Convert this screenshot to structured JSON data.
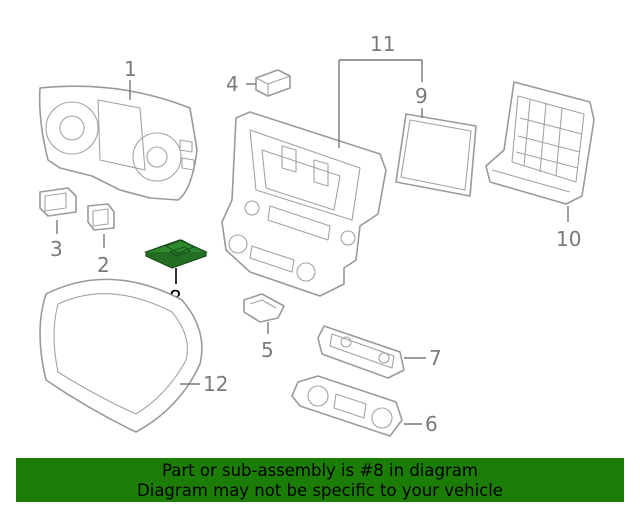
{
  "diagram": {
    "highlight_color": "#2d8a2d",
    "callouts": [
      {
        "id": "1",
        "label": "1"
      },
      {
        "id": "2",
        "label": "2"
      },
      {
        "id": "3",
        "label": "3"
      },
      {
        "id": "4",
        "label": "4"
      },
      {
        "id": "5",
        "label": "5"
      },
      {
        "id": "6",
        "label": "6"
      },
      {
        "id": "7",
        "label": "7"
      },
      {
        "id": "8",
        "label": "8",
        "selected": true
      },
      {
        "id": "9",
        "label": "9"
      },
      {
        "id": "10",
        "label": "10"
      },
      {
        "id": "11",
        "label": "11"
      },
      {
        "id": "12",
        "label": "12"
      }
    ]
  },
  "banner": {
    "line1": "Part or sub-assembly is #8 in diagram",
    "line2": "Diagram may not be specific to your vehicle",
    "color": "#1b7d06"
  }
}
